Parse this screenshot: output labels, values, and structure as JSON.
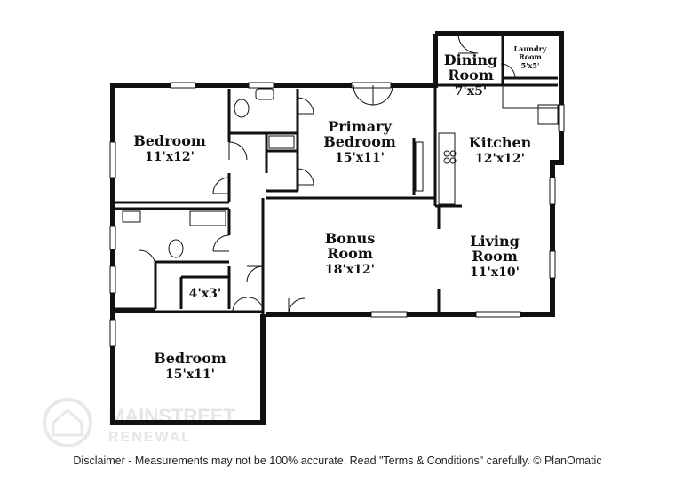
{
  "rooms": {
    "bedroom_1": {
      "name": "Bedroom",
      "size": "11'x12'"
    },
    "primary_bedroom": {
      "name_line1": "Primary",
      "name_line2": "Bedroom",
      "size": "15'x11'"
    },
    "dining_room": {
      "name_line1": "Dining",
      "name_line2": "Room",
      "size": "7'x5'"
    },
    "laundry_room": {
      "name_line1": "Laundry",
      "name_line2": "Room",
      "size": "5'x5'"
    },
    "kitchen": {
      "name": "Kitchen",
      "size": "12'x12'"
    },
    "bonus_room": {
      "name_line1": "Bonus",
      "name_line2": "Room",
      "size": "18'x12'"
    },
    "living_room": {
      "name_line1": "Living",
      "name_line2": "Room",
      "size": "11'x10'"
    },
    "closet": {
      "size": "4'x3'"
    },
    "bedroom_2": {
      "name": "Bedroom",
      "size": "15'x11'"
    }
  },
  "watermark": {
    "line1": "MAINSTREET",
    "line2": "RENEWAL"
  },
  "disclaimer": "Disclaimer - Measurements may not be 100% accurate. Read \"Terms & Conditions\" carefully. © PlanOmatic"
}
